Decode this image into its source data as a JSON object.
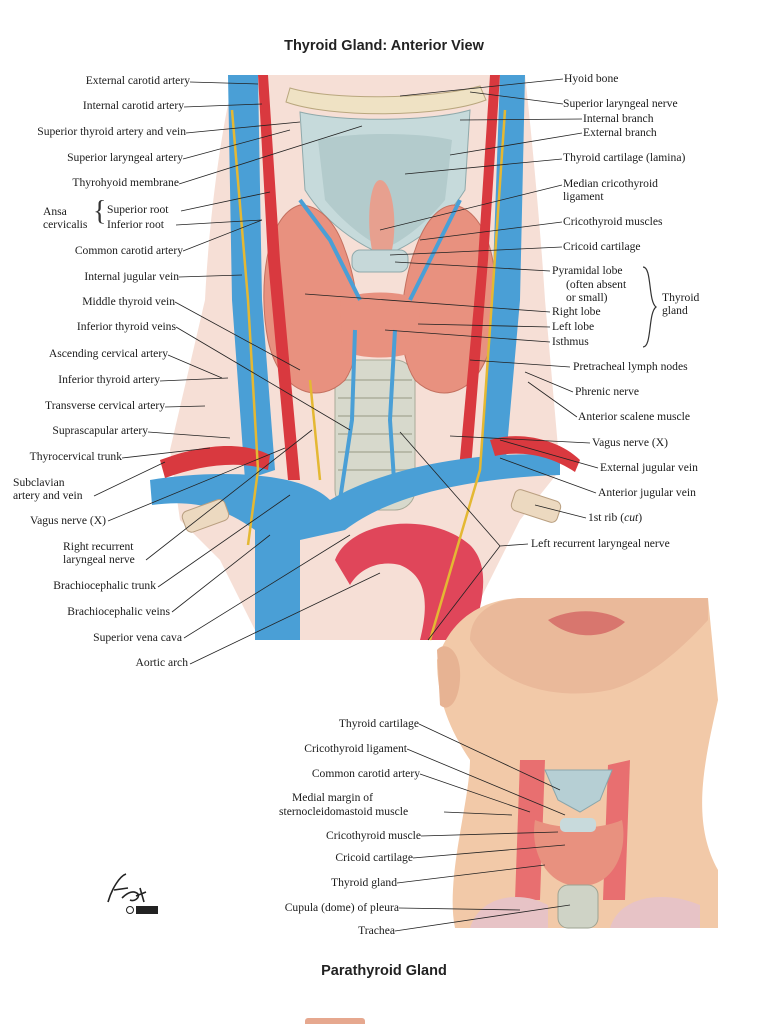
{
  "titles": {
    "main": "Thyroid Gland: Anterior View",
    "parathyroid": "Parathyroid Gland"
  },
  "labels_left": [
    "External carotid artery",
    "Internal carotid artery",
    "Superior thyroid artery and vein",
    "Superior laryngeal artery",
    "Thyrohyoid membrane",
    "Superior root",
    "Inferior root",
    "Common carotid artery",
    "Internal jugular vein",
    "Middle thyroid vein",
    "Inferior thyroid veins",
    "Ascending cervical artery",
    "Inferior thyroid artery",
    "Transverse cervical artery",
    "Suprascapular artery",
    "Thyrocervical trunk",
    "Subclavian",
    "artery and vein",
    "Vagus nerve (X)",
    "Right recurrent",
    "laryngeal nerve",
    "Brachiocephalic trunk",
    "Brachiocephalic veins",
    "Superior vena cava",
    "Aortic arch"
  ],
  "ansa": {
    "line1": "Ansa",
    "line2": "cervicalis"
  },
  "labels_right": [
    "Hyoid bone",
    "Superior laryngeal nerve",
    "Internal branch",
    "External branch",
    "Thyroid cartilage (lamina)",
    "Median cricothyroid",
    "ligament",
    "Cricothyroid muscles",
    "Cricoid cartilage",
    "Pyramidal lobe",
    "(often absent",
    "or small)",
    "Right lobe",
    "Left lobe",
    "Isthmus",
    "Pretracheal lymph nodes",
    "Phrenic nerve",
    "Anterior scalene muscle",
    "Vagus nerve (X)",
    "External jugular vein",
    "Anterior jugular vein",
    "1st rib (",
    "cut",
    ")",
    "Left recurrent laryngeal nerve"
  ],
  "thyroid_gland_brace": {
    "line1": "Thyroid",
    "line2": "gland"
  },
  "labels_inset": [
    "Thyroid cartilage",
    "Cricothyroid ligament",
    "Common carotid artery",
    "Medial margin of",
    "sternocleidomastoid muscle",
    "Cricothyroid muscle",
    "Cricoid cartilage",
    "Thyroid gland",
    "Cupula (dome) of pleura",
    "Trachea"
  ],
  "colors": {
    "artery": "#d9393f",
    "vein": "#4a9fd6",
    "thyroid": "#e8917f",
    "cartilage": "#b9cfd0",
    "nerve": "#e4b833",
    "skin": "#f2c9a8"
  }
}
